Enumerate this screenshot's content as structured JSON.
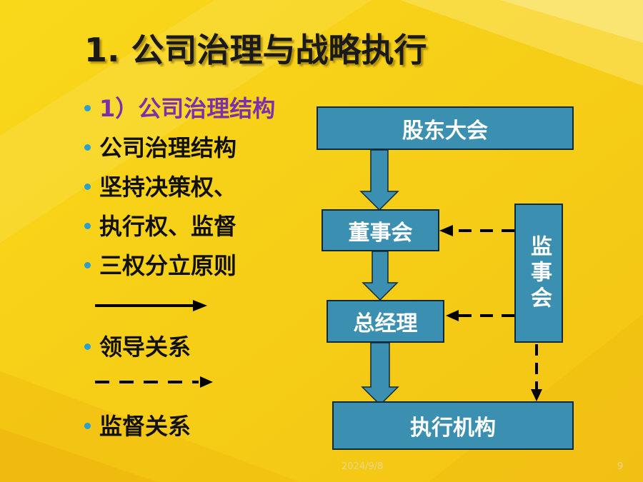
{
  "title": "1. 公司治理与战略执行",
  "bullets": [
    "1）公司治理结构",
    "公司治理结构",
    "坚持决策权、",
    "执行权、监督",
    "三权分立原则"
  ],
  "legend": {
    "leadership": "领导关系",
    "supervision": "监督关系"
  },
  "diagram": {
    "shareholders": "股东大会",
    "board": "董事会",
    "general_manager": "总经理",
    "executive": "执行机构",
    "supervisory": "监事会"
  },
  "footer": {
    "date": "2024/9/8",
    "page": "9"
  },
  "colors": {
    "background": "#f7d21a",
    "box_fill": "#3b8fb0",
    "purple_text": "#7b2fa8",
    "bullet_dot": "#2a9fd0"
  }
}
